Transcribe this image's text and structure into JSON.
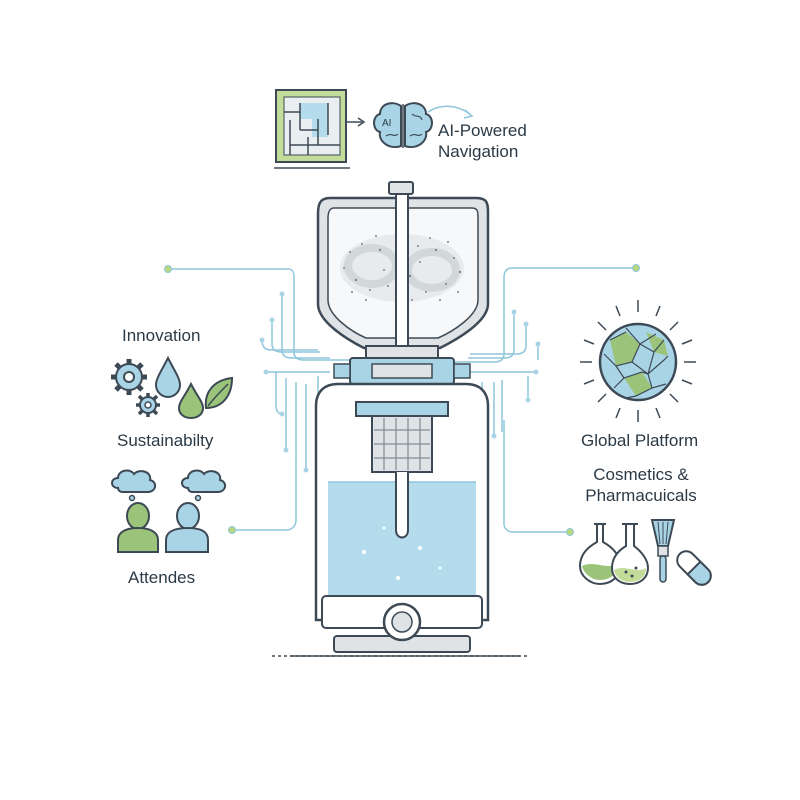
{
  "labels": {
    "ai_navigation_line1": "AI-Powered",
    "ai_navigation_line2": "Navigation",
    "brain_text": "AI",
    "innovation": "Innovation",
    "sustainability": "Sustainabilty",
    "attendes": "Attendes",
    "global_platform": "Global Platform",
    "cosmetics_line1": "Cosmetics &",
    "cosmetics_line2": "Pharmacuicals"
  },
  "colors": {
    "outline": "#3d4a55",
    "line_blue": "#8ec6dc",
    "light_blue": "#a9d4e6",
    "water": "#b4dcec",
    "green": "#9bc47a",
    "light_green": "#c4dc9a",
    "gray": "#dfe3e6",
    "dot_green": "#b9d77f",
    "text": "#2b3a46"
  },
  "icons": [
    "maze-map-icon",
    "brain-icon",
    "gear-icon",
    "water-drop-icon",
    "leaf-icon",
    "thought-bubble-icon",
    "person-icon",
    "globe-icon",
    "flask-icon",
    "makeup-brush-icon",
    "capsule-icon"
  ]
}
